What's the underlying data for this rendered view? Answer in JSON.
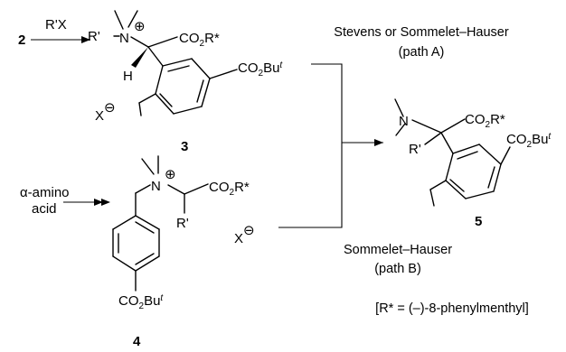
{
  "scheme": {
    "start_compound": "2",
    "reagent": "R'X",
    "amino_acid_label": "α-amino",
    "amino_acid_label2": "acid",
    "compound_labels": {
      "c3": "3",
      "c4": "4",
      "c5": "5"
    },
    "path_a": {
      "line1": "Stevens or Sommelet–Hauser",
      "line2": "(path A)"
    },
    "path_b": {
      "line1": "Sommelet–Hauser",
      "line2": "(path B)"
    },
    "footnote": "[R* = (–)-8-phenylmenthyl]",
    "atoms": {
      "N": "N",
      "H": "H",
      "R_prime": "R'",
      "R_prime2": "R'",
      "X": "X",
      "CO2R_CO": "CO",
      "CO2R_2": "2",
      "CO2R_R": "R*",
      "CO2Bu_CO": "CO",
      "CO2Bu_2": "2",
      "CO2Bu_Bu": "Bu",
      "CO2Bu_t": "t"
    },
    "charges": {
      "plus": "⊕",
      "minus": "⊖"
    }
  }
}
